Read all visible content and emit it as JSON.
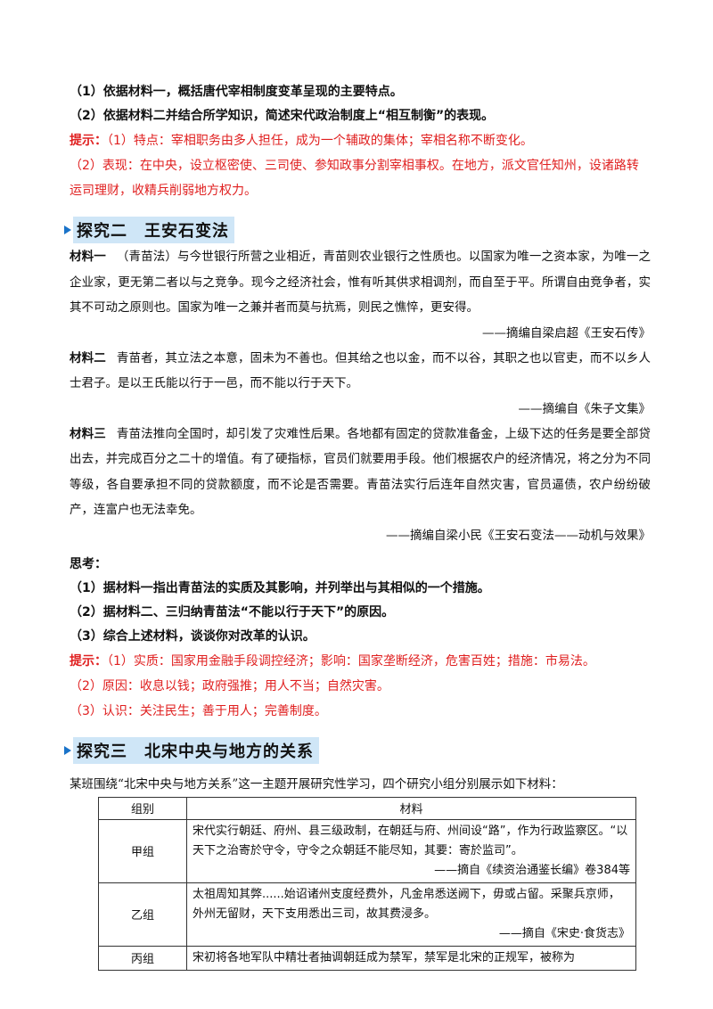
{
  "questions1": [
    "（1）依据材料一，概括唐代宰相制度变革呈现的主要特点。",
    "（2）依据材料二并结合所学知识，简述宋代政治制度上“相互制衡”的表现。"
  ],
  "hint1": {
    "label": "提示：",
    "lines": [
      "（1）特点：宰相职务由多人担任，成为一个辅政的集体；宰相名称不断变化。",
      "（2）表现：在中央，设立枢密使、三司使、参知政事分割宰相事权。在地方，派文官任知州，设诸路转运司理财，收精兵削弱地方权力。"
    ]
  },
  "section2": {
    "title": "探究二　王安石变法",
    "m1_label": "材料一",
    "m1_text": "（青苗法）与今世银行所营之业相近，青苗则农业银行之性质也。以国家为唯一之资本家，为唯一之企业家，更无第二者以与之竞争。现今之经济社会，惟有听其供求相调剂，而自至于平。所谓自由竞争者，实其不可动之原则也。国家为唯一之兼并者而莫与抗焉，则民之憔悴，更安得。",
    "m1_src": "——摘编自梁启超《王安石传》",
    "m2_label": "材料二",
    "m2_text": "青苗者，其立法之本意，固未为不善也。但其给之也以金，而不以谷，其职之也以官吏，而不以乡人士君子。是以王氏能以行于一邑，而不能以行于天下。",
    "m2_src": "——摘编自《朱子文集》",
    "m3_label": "材料三",
    "m3_text": "青苗法推向全国时，却引发了灾难性后果。各地都有固定的贷款准备金，上级下达的任务是要全部贷出去，并完成百分之二十的增值。有了硬指标，官员们就要用手段。他们根据农户的经济情况，将之分为不同等级，各自要承担不同的贷款额度，而不论是否需要。青苗法实行后连年自然灾害，官员逼债，农户纷纷破产，连富户也无法幸免。",
    "m3_src": "——摘编自梁小民《王安石变法——动机与效果》",
    "think": "思考：",
    "questions": [
      "（1）据材料一指出青苗法的实质及其影响，并列举出与其相似的一个措施。",
      "（2）据材料二、三归纳青苗法“不能以行于天下”的原因。",
      "（3）综合上述材料，谈谈你对改革的认识。"
    ],
    "hint_label": "提示：",
    "hint_lines": [
      "（1）实质：国家用金融手段调控经济；影响：国家垄断经济，危害百姓；措施：市易法。",
      "（2）原因：收息以钱；政府强推；用人不当；自然灾害。",
      "（3）认识：关注民生；善于用人；完善制度。"
    ]
  },
  "section3": {
    "title": "探究三　北宋中央与地方的关系",
    "intro": "某班围绕“北宋中央与地方关系”这一主题开展研究性学习，四个研究小组分别展示如下材料：",
    "table": {
      "headers": [
        "组别",
        "材料"
      ],
      "rows": [
        {
          "group": "甲组",
          "text": "宋代实行朝廷、府州、县三级政制，在朝廷与府、州间设“路”，作为行政监察区。“以天下之治寄於守令，守令之众朝廷不能尽知，其要：寄於监司”。",
          "src": "——摘自《续资治通鉴长编》卷384等"
        },
        {
          "group": "乙组",
          "text": "太祖周知其弊......始诏诸州支度经费外，凡金帛悉送阙下，毋或占留。采聚兵京师，外州无留财，天下支用悉出三司，故其费浸多。",
          "src": "——摘自《宋史·食货志》"
        },
        {
          "group": "丙组",
          "text": "宋初将各地军队中精壮者抽调朝廷成为禁军，禁军是北宋的正规军，被称为",
          "src": ""
        }
      ]
    }
  },
  "colors": {
    "hint": "#e02020",
    "accent": "#1a73c9",
    "band": "#cfe6f7"
  }
}
